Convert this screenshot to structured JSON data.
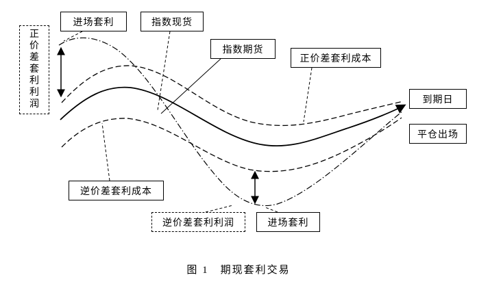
{
  "diagram": {
    "caption": "图 1　期现套利交易",
    "labels": {
      "profit_pos_spread": "正价差套利利润",
      "enter_arb_top": "进场套利",
      "index_spot": "指数现货",
      "index_futures": "指数期货",
      "cost_pos_spread": "正价差套利成本",
      "expiry_date": "到期日",
      "close_exit": "平仓出场",
      "cost_neg_spread": "逆价差套利成本",
      "profit_neg_spread": "逆价差套利利润",
      "enter_arb_bottom": "进场套利"
    },
    "curves": [
      {
        "name": "index-spot-curve",
        "style": "solid"
      },
      {
        "name": "index-futures-curve",
        "style": "dash-dot"
      },
      {
        "name": "pos-spread-cost-curve",
        "style": "dashed"
      },
      {
        "name": "neg-spread-cost-curve",
        "style": "dashed"
      }
    ],
    "colors": {
      "ink": "#000000",
      "background": "#ffffff"
    }
  }
}
